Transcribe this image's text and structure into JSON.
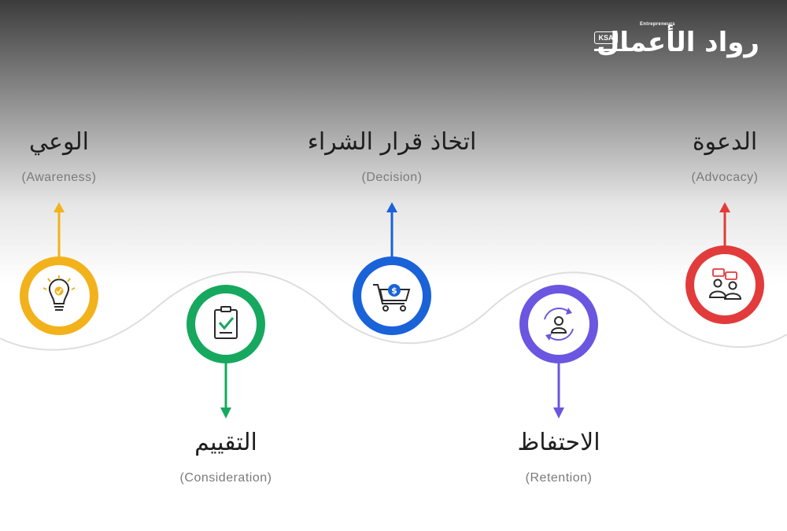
{
  "logo": {
    "text": "رواد الأعمال",
    "tagline": "Entrepreneurs",
    "badge": "KSA"
  },
  "stages": [
    {
      "id": "awareness",
      "title_ar": "الوعي",
      "title_en": "(Awareness)",
      "color": "#f2b21c",
      "icon": "lightbulb-icon"
    },
    {
      "id": "consideration",
      "title_ar": "التقييم",
      "title_en": "(Consideration)",
      "color": "#16a85e",
      "icon": "clipboard-check-icon"
    },
    {
      "id": "decision",
      "title_ar": "اتخاذ قرار الشراء",
      "title_en": "(Decision)",
      "color": "#1a62d8",
      "icon": "shopping-cart-icon"
    },
    {
      "id": "retention",
      "title_ar": "الاحتفاظ",
      "title_en": "(Retention)",
      "color": "#6a56e0",
      "icon": "user-cycle-icon"
    },
    {
      "id": "advocacy",
      "title_ar": "الدعوة",
      "title_en": "(Advocacy)",
      "color": "#e23b3b",
      "icon": "people-chat-icon"
    }
  ]
}
